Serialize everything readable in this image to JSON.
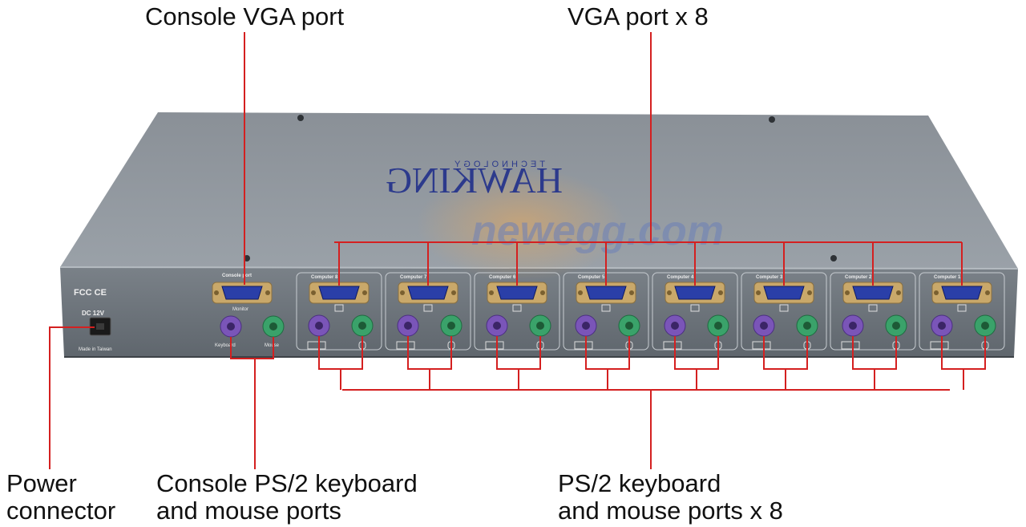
{
  "callouts": {
    "console_vga": "Console VGA port",
    "vga_x8": "VGA port x 8",
    "power": [
      "Power",
      "connector"
    ],
    "console_ps2": [
      "Console PS/2 keyboard",
      "and mouse ports"
    ],
    "ps2_x8": [
      "PS/2 keyboard",
      "and mouse ports x 8"
    ]
  },
  "device": {
    "brand": "HAWKING",
    "brand_sub": "TECHNOLOGY",
    "certification": "FCC CE",
    "power_rating": "DC 12V",
    "origin": "Made in Taiwan",
    "console_label": "Console port",
    "console_vga_sublabel": "Monitor",
    "console_keyboard_label": "Keyboard",
    "console_mouse_label": "Mouse",
    "computer_port_labels": [
      "Computer 8",
      "Computer 7",
      "Computer 6",
      "Computer 5",
      "Computer 4",
      "Computer 3",
      "Computer 2",
      "Computer 1"
    ]
  },
  "watermark": "newegg.com",
  "colors": {
    "callout_line": "#d42020",
    "chassis_top": "#8f969d",
    "chassis_back": "#6e757c",
    "vga_blue": "#2a3fa8",
    "ps2_keyboard": "#7a55b8",
    "ps2_mouse": "#3aa26a"
  }
}
